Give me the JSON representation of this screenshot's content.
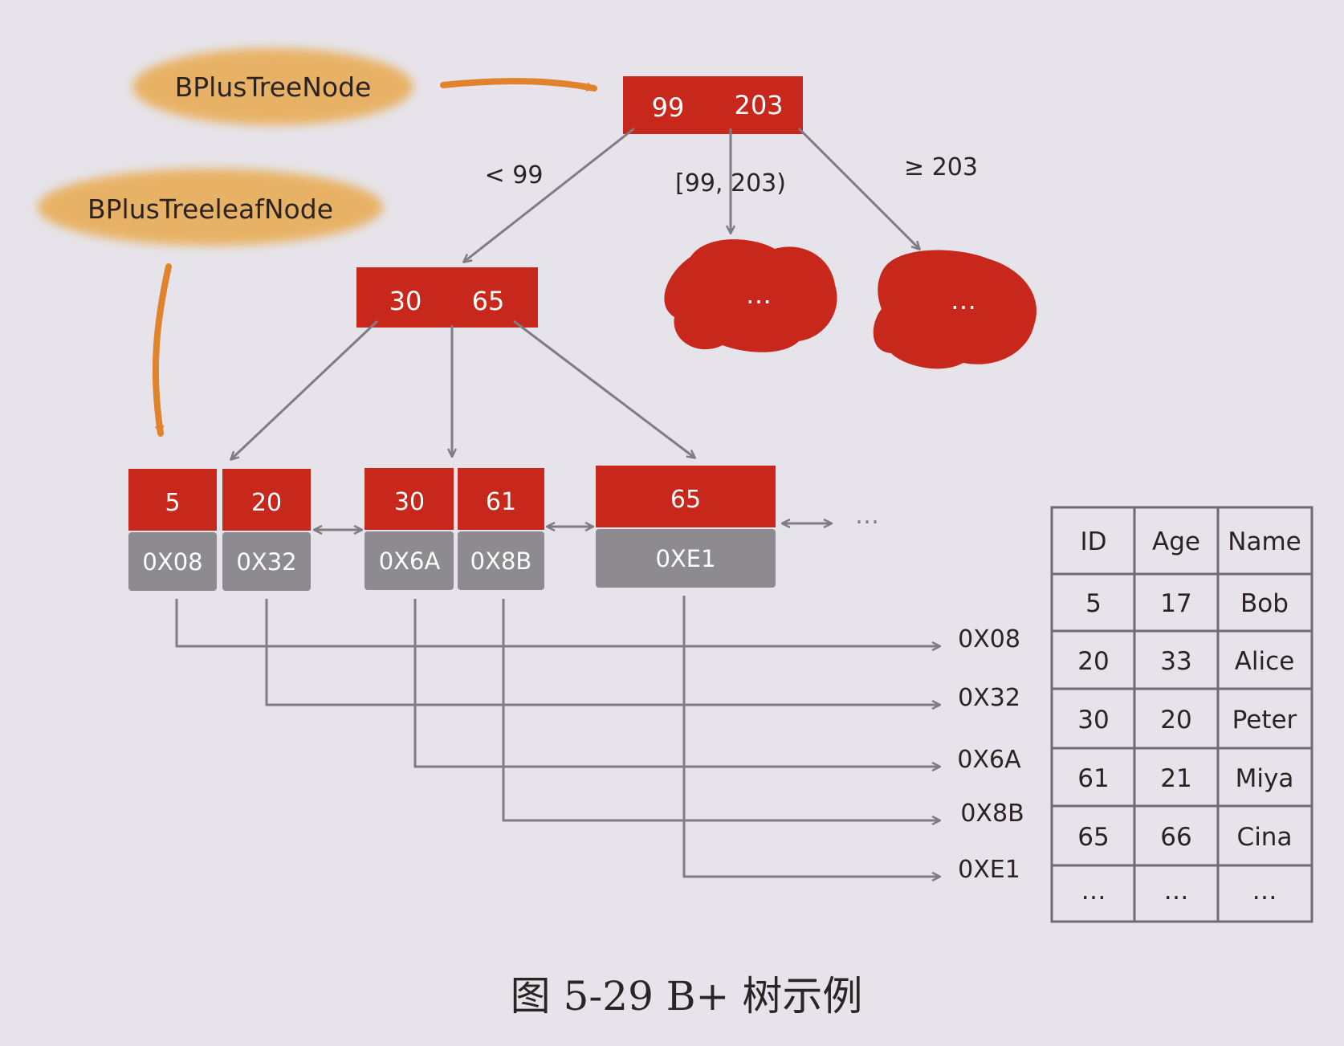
{
  "labels": {
    "internal_node": "BPlusTreeNode",
    "leaf_node": "BPlusTreeleafNode"
  },
  "root": {
    "keys": [
      "99",
      "203"
    ]
  },
  "branch_labels": [
    "< 99",
    "[99, 203)",
    "≥ 203"
  ],
  "placeholder": "…",
  "inner": {
    "keys": [
      "30",
      "65"
    ]
  },
  "leaves": [
    {
      "keys": [
        "5",
        "20"
      ],
      "addrs": [
        "0X08",
        "0X32"
      ]
    },
    {
      "keys": [
        "30",
        "61"
      ],
      "addrs": [
        "0X6A",
        "0X8B"
      ]
    },
    {
      "keys": [
        "65"
      ],
      "addrs": [
        "0XE1"
      ]
    }
  ],
  "leaf_more": "…",
  "address_targets": [
    "0X08",
    "0X32",
    "0X6A",
    "0X8B",
    "0XE1"
  ],
  "table": {
    "headers": [
      "ID",
      "Age",
      "Name"
    ],
    "rows": [
      [
        "5",
        "17",
        "Bob"
      ],
      [
        "20",
        "33",
        "Alice"
      ],
      [
        "30",
        "20",
        "Peter"
      ],
      [
        "61",
        "21",
        "Miya"
      ],
      [
        "65",
        "66",
        "Cina"
      ],
      [
        "…",
        "…",
        "…"
      ]
    ]
  },
  "caption": "图 5-29 B+ 树示例",
  "colors": {
    "key_red": "#c8281c",
    "addr_gray": "#8e8b90",
    "highlight_orange": "#e9a23a",
    "arrow_orange": "#e0832a",
    "line_gray": "#7f7c84"
  }
}
